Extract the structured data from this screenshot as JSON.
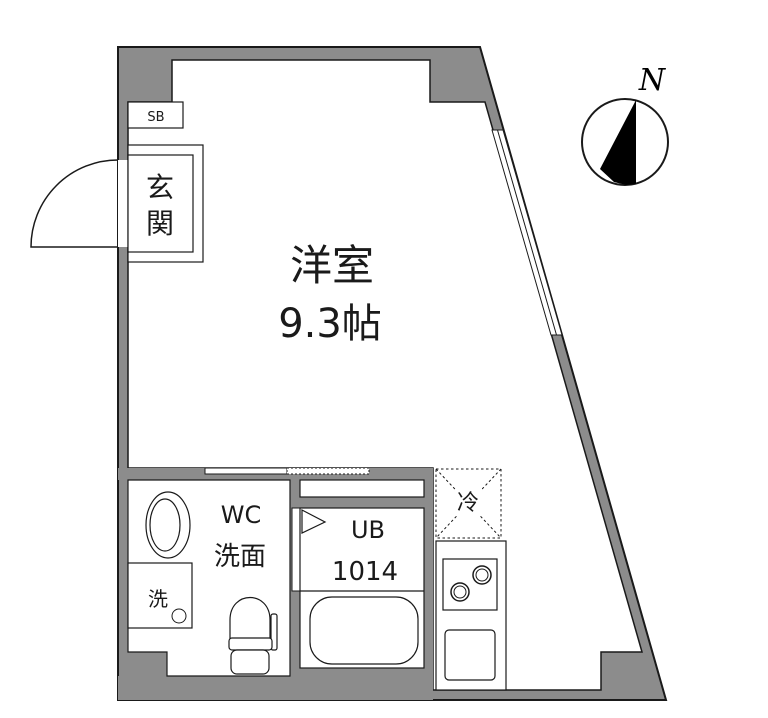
{
  "floorplan": {
    "rooms": {
      "western_room": {
        "name": "洋室",
        "size": "9.3帖"
      },
      "entrance": {
        "name": "玄関"
      },
      "shoe_box": {
        "name": "SB"
      },
      "wc": {
        "name": "WC",
        "sub": "洗面"
      },
      "washer": {
        "name": "洗"
      },
      "bath": {
        "name": "UB",
        "size": "1014"
      },
      "fridge": {
        "name": "冷"
      }
    },
    "compass": {
      "label": "N"
    }
  },
  "colors": {
    "wall": "#8c8c8c",
    "line": "#1a1a1a",
    "floor": "#ffffff"
  }
}
